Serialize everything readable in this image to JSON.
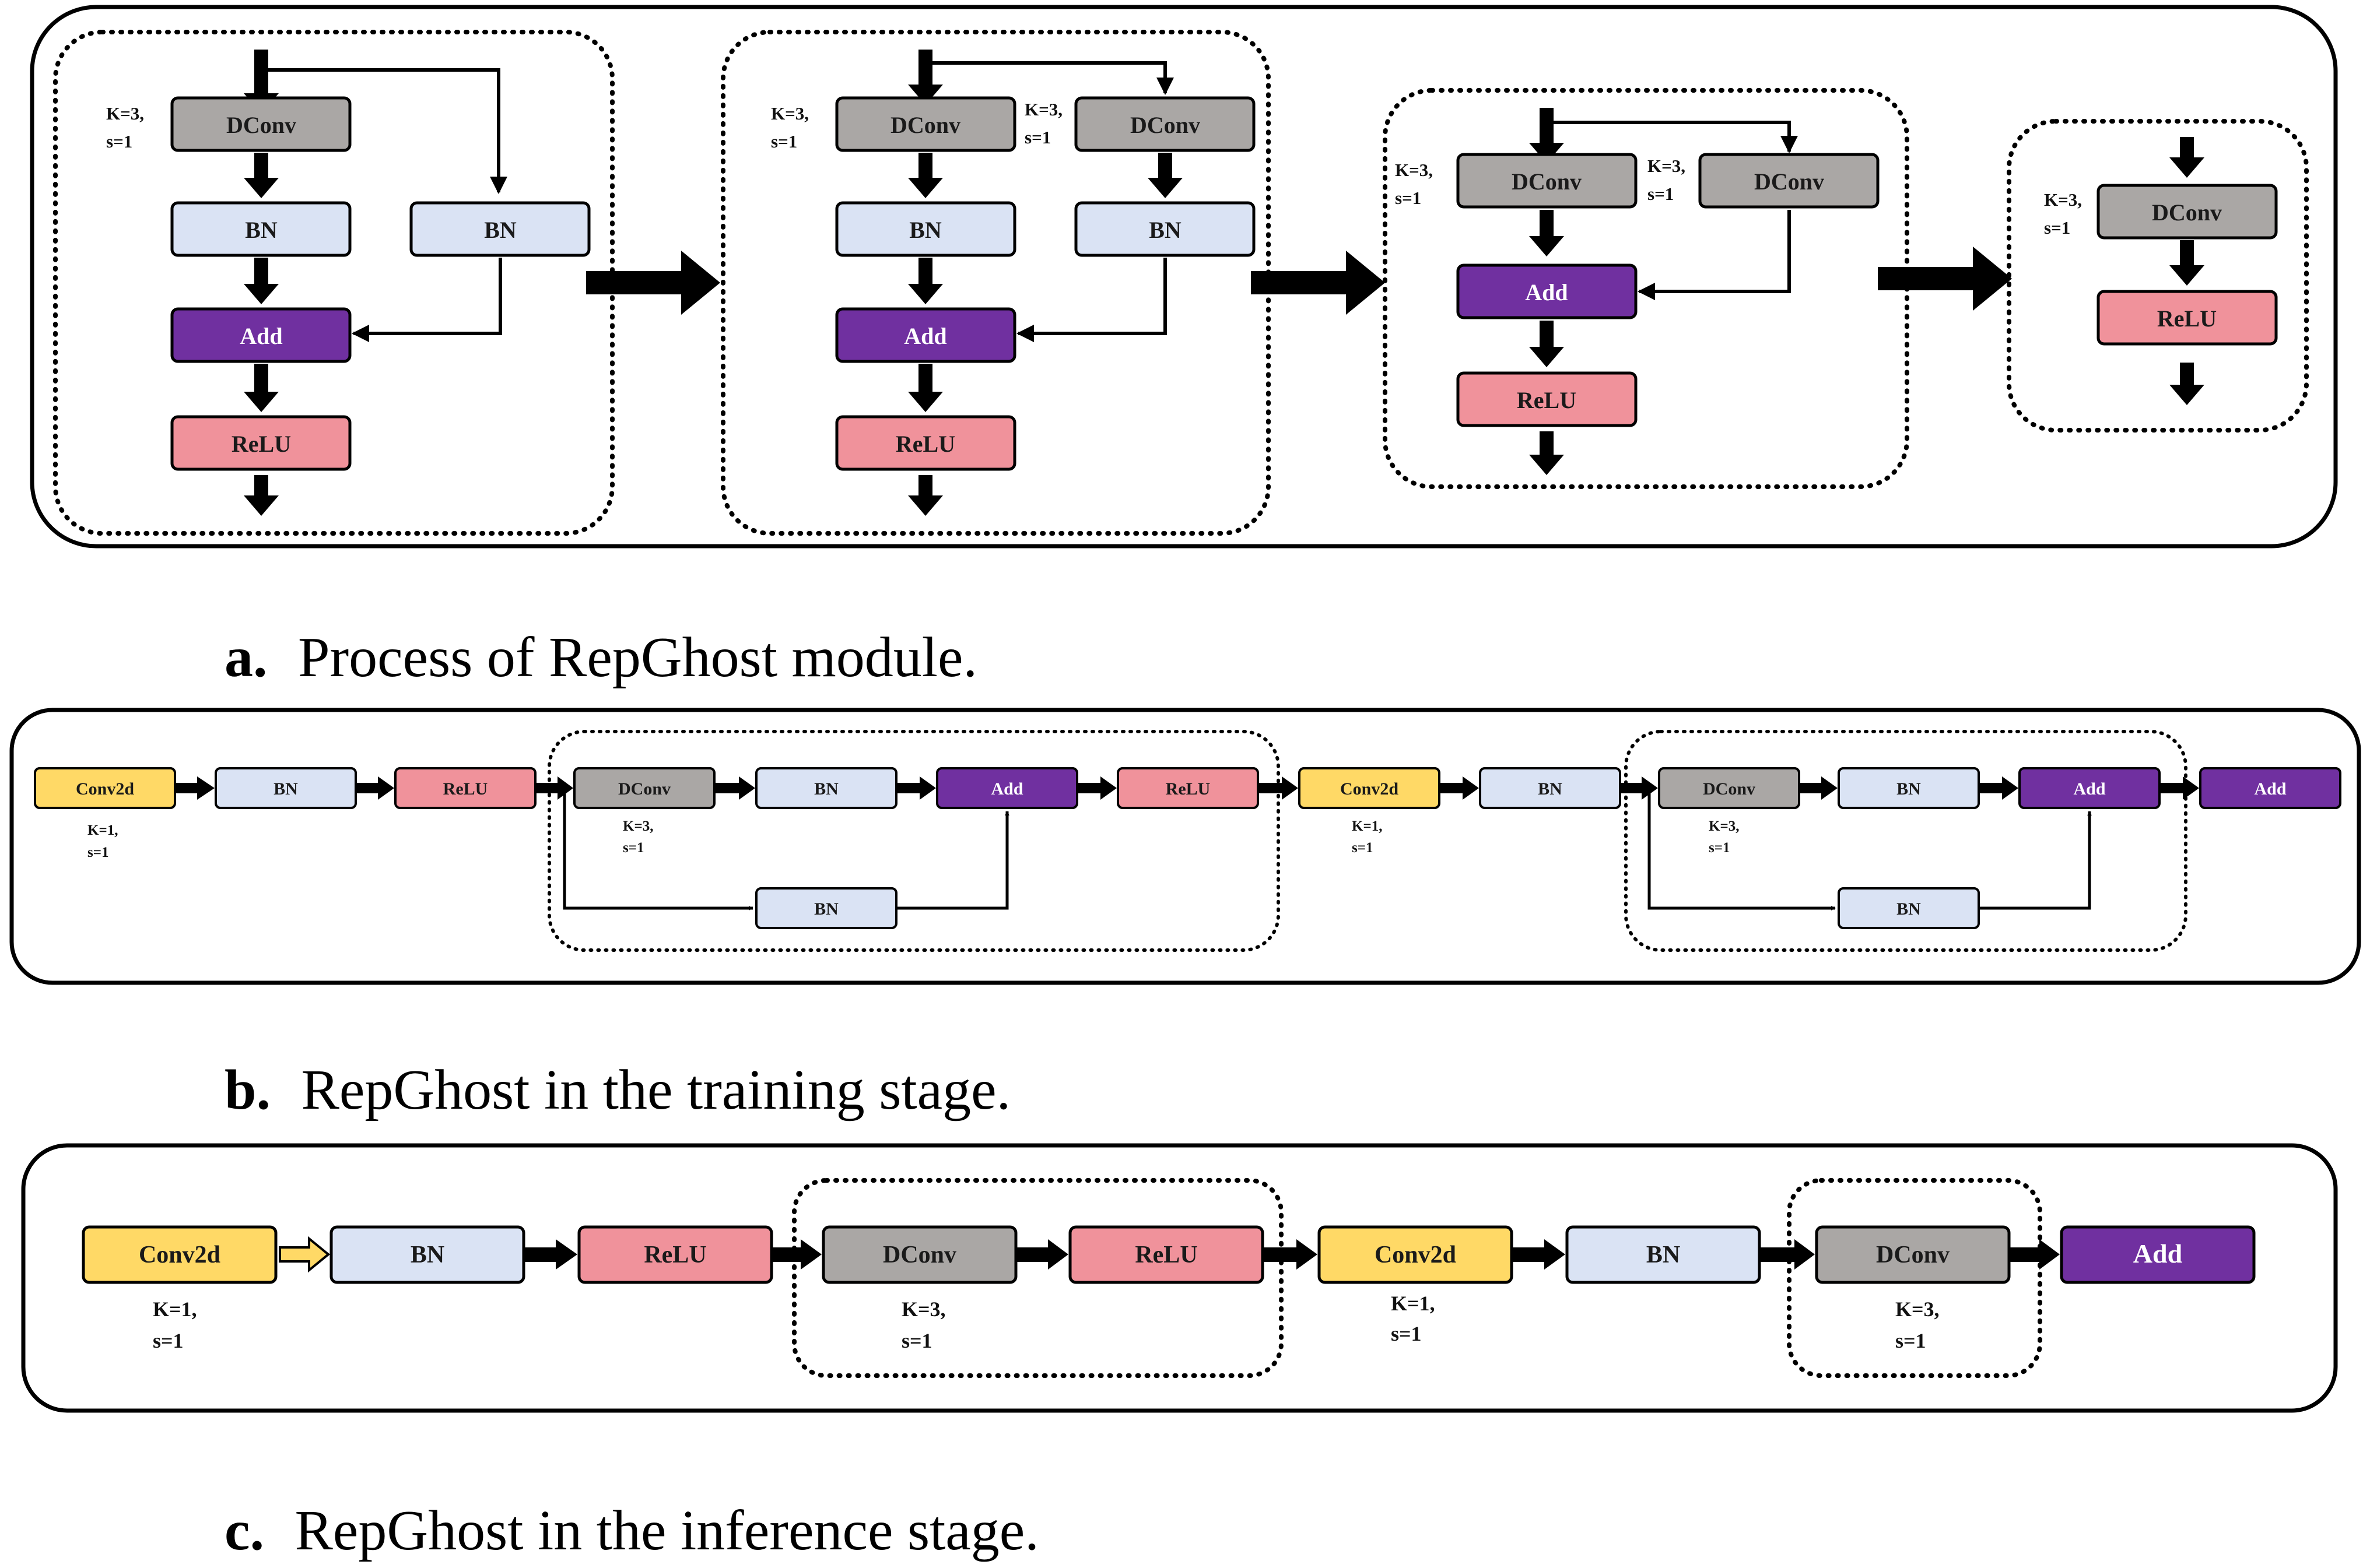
{
  "colors": {
    "dconv": "#aaa7a5",
    "bn": "#dae3f4",
    "add": "#7030a0",
    "relu": "#f0929b",
    "conv2d": "#ffd966",
    "open_arrow_fill": "#ffd966"
  },
  "labels": {
    "dconv": "DConv",
    "bn": "BN",
    "add": "Add",
    "relu": "ReLU",
    "conv2d": "Conv2d"
  },
  "params": {
    "k3": "K=3,",
    "k1": "K=1,",
    "s1": "s=1"
  },
  "captions": {
    "a": {
      "letter": "a.",
      "text": "Process of RepGhost module."
    },
    "b": {
      "letter": "b.",
      "text": "RepGhost in the training stage."
    },
    "c": {
      "letter": "c.",
      "text": "RepGhost in the inference stage."
    }
  }
}
